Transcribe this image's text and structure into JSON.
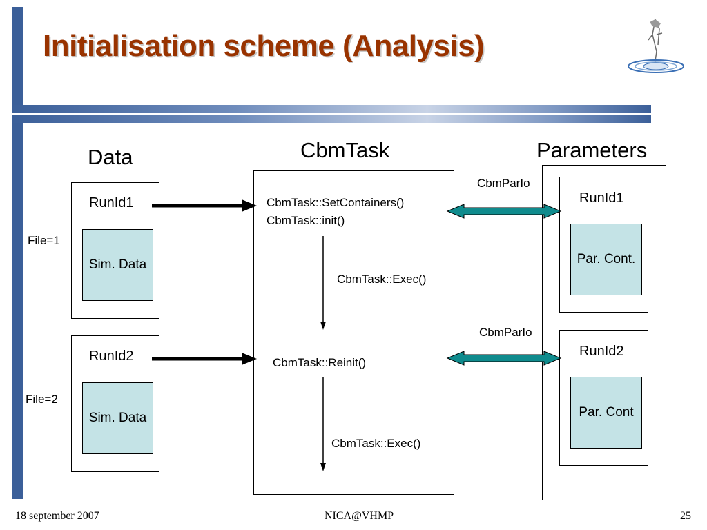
{
  "slide": {
    "title": "Initialisation scheme (Analysis)",
    "logo": "NICA"
  },
  "columns": {
    "data": "Data",
    "task": "CbmTask",
    "params": "Parameters"
  },
  "data_column": {
    "run1": {
      "run_label": "RunId1",
      "file_label": "File=1",
      "content": "Sim. Data"
    },
    "run2": {
      "run_label": "RunId2",
      "file_label": "File=2",
      "content": "Sim. Data"
    }
  },
  "task_column": {
    "set_containers": "CbmTask::SetContainers()",
    "init": "CbmTask::init()",
    "exec1": "CbmTask::Exec()",
    "reinit": "CbmTask::Reinit()",
    "exec2": "CbmTask::Exec()"
  },
  "params_column": {
    "io1": "CbmParIo",
    "io2": "CbmParIo",
    "run1": {
      "run_label": "RunId1",
      "content": "Par. Cont."
    },
    "run2": {
      "run_label": "RunId2",
      "content": "Par. Cont"
    }
  },
  "footer": {
    "date": "18 september 2007",
    "venue": "NICA@VHMP",
    "page": "25"
  },
  "colors": {
    "title": "#993300",
    "band": "#3b5f99",
    "container_fill": "#c4e3e6",
    "double_arrow": "#008080"
  }
}
